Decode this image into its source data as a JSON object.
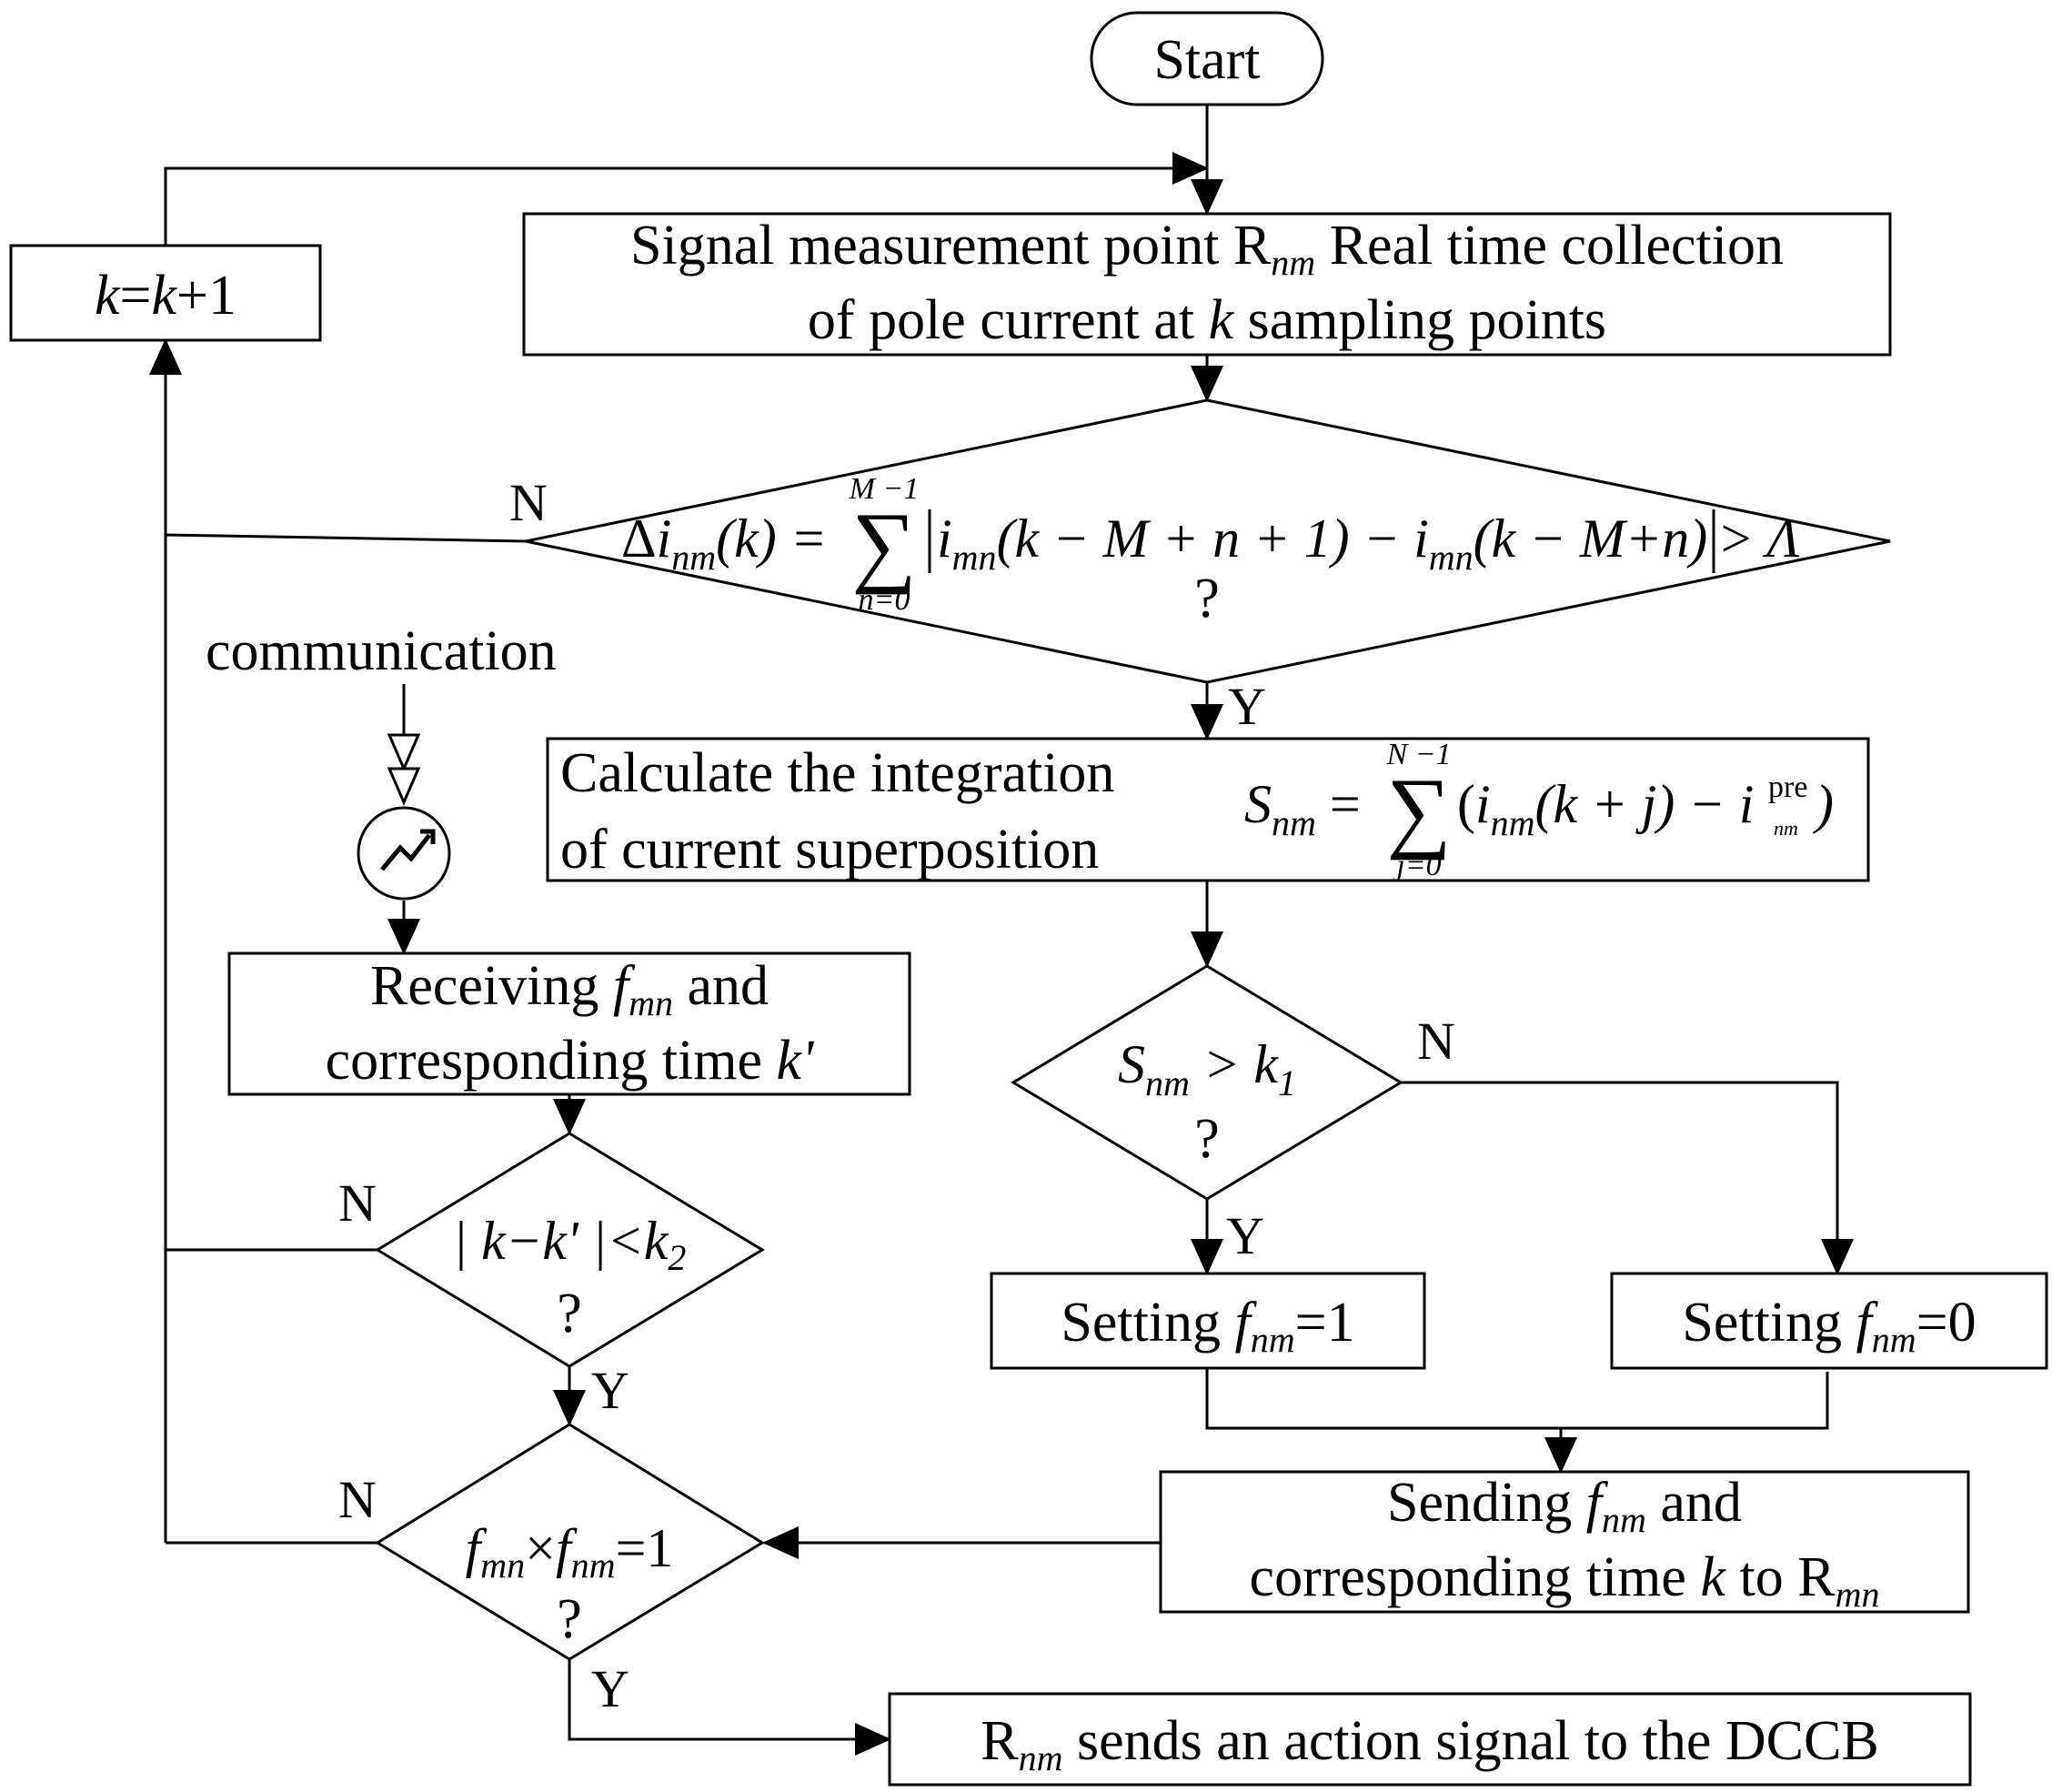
{
  "start": "Start",
  "counter": {
    "k1": "k",
    "eq": "=",
    "k2": "k",
    "plus": "+1"
  },
  "measure": {
    "line1_pre": "Signal measurement point R",
    "line1_sub": "nm",
    "line1_post": " Real time collection",
    "line2_pre": "of pole current at ",
    "line2_k": "k",
    "line2_post": " sampling points"
  },
  "decision1": {
    "delta": "Δ",
    "i": "i",
    "sub_nm": "nm",
    "arg": "(k) = ",
    "sum_upper": "M −1",
    "sum_lower": "n=0",
    "body_a": "i",
    "sub_mn": "mn",
    "body_b": "(k − M + n + 1) − ",
    "body_c": "i",
    "sub_mn2": "mn",
    "body_d": "(k − M+n)",
    "gt": " > Λ",
    "q": "?"
  },
  "integration": {
    "line1": "Calculate the integration",
    "line2": "of current superposition",
    "S": "S",
    "S_sub": "nm",
    "eq": " = ",
    "sum_upper": "N −1",
    "sum_lower": "j=0",
    "term_a": "(",
    "term_i": "i",
    "term_sub": "nm",
    "term_b": "(k + j) − ",
    "term_i2": "i",
    "term_sup": "pre",
    "term_sub2": "nm",
    "term_c": ")"
  },
  "decision2": {
    "S": "S",
    "S_sub": "nm",
    "gt": " > k",
    "k_sub": "1",
    "q": "?"
  },
  "set1": {
    "pre": "Setting ",
    "f": "f",
    "sub": "nm",
    "post": "=1"
  },
  "set0": {
    "pre": "Setting ",
    "f": "f",
    "sub": "nm",
    "post": "=0"
  },
  "sending": {
    "line1_pre": "Sending ",
    "line1_f": "f",
    "line1_sub": "nm",
    "line1_post": " and",
    "line2_pre": "corresponding time ",
    "line2_k": "k",
    "line2_mid": " to R",
    "line2_sub": "mn"
  },
  "communication": "communication",
  "receiving": {
    "line1_pre": "Receiving ",
    "line1_f": "f",
    "line1_sub": "mn",
    "line1_post": " and",
    "line2_pre": "corresponding time ",
    "line2_k": "k'"
  },
  "decision3": {
    "expr_a": "| ",
    "k": "k",
    "minus": "−",
    "kp": "k'",
    "expr_b": " |<",
    "k2": "k",
    "k2_sub": "2",
    "q": "?"
  },
  "decision4": {
    "f1": "f",
    "sub1": "mn",
    "times": "×",
    "f2": "f",
    "sub2": "nm",
    "eq": "=1",
    "q": "?"
  },
  "action": {
    "pre": "R",
    "sub": "nm",
    "post": " sends an action signal to the DCCB"
  },
  "labels": {
    "yes": "Y",
    "no": "N"
  }
}
